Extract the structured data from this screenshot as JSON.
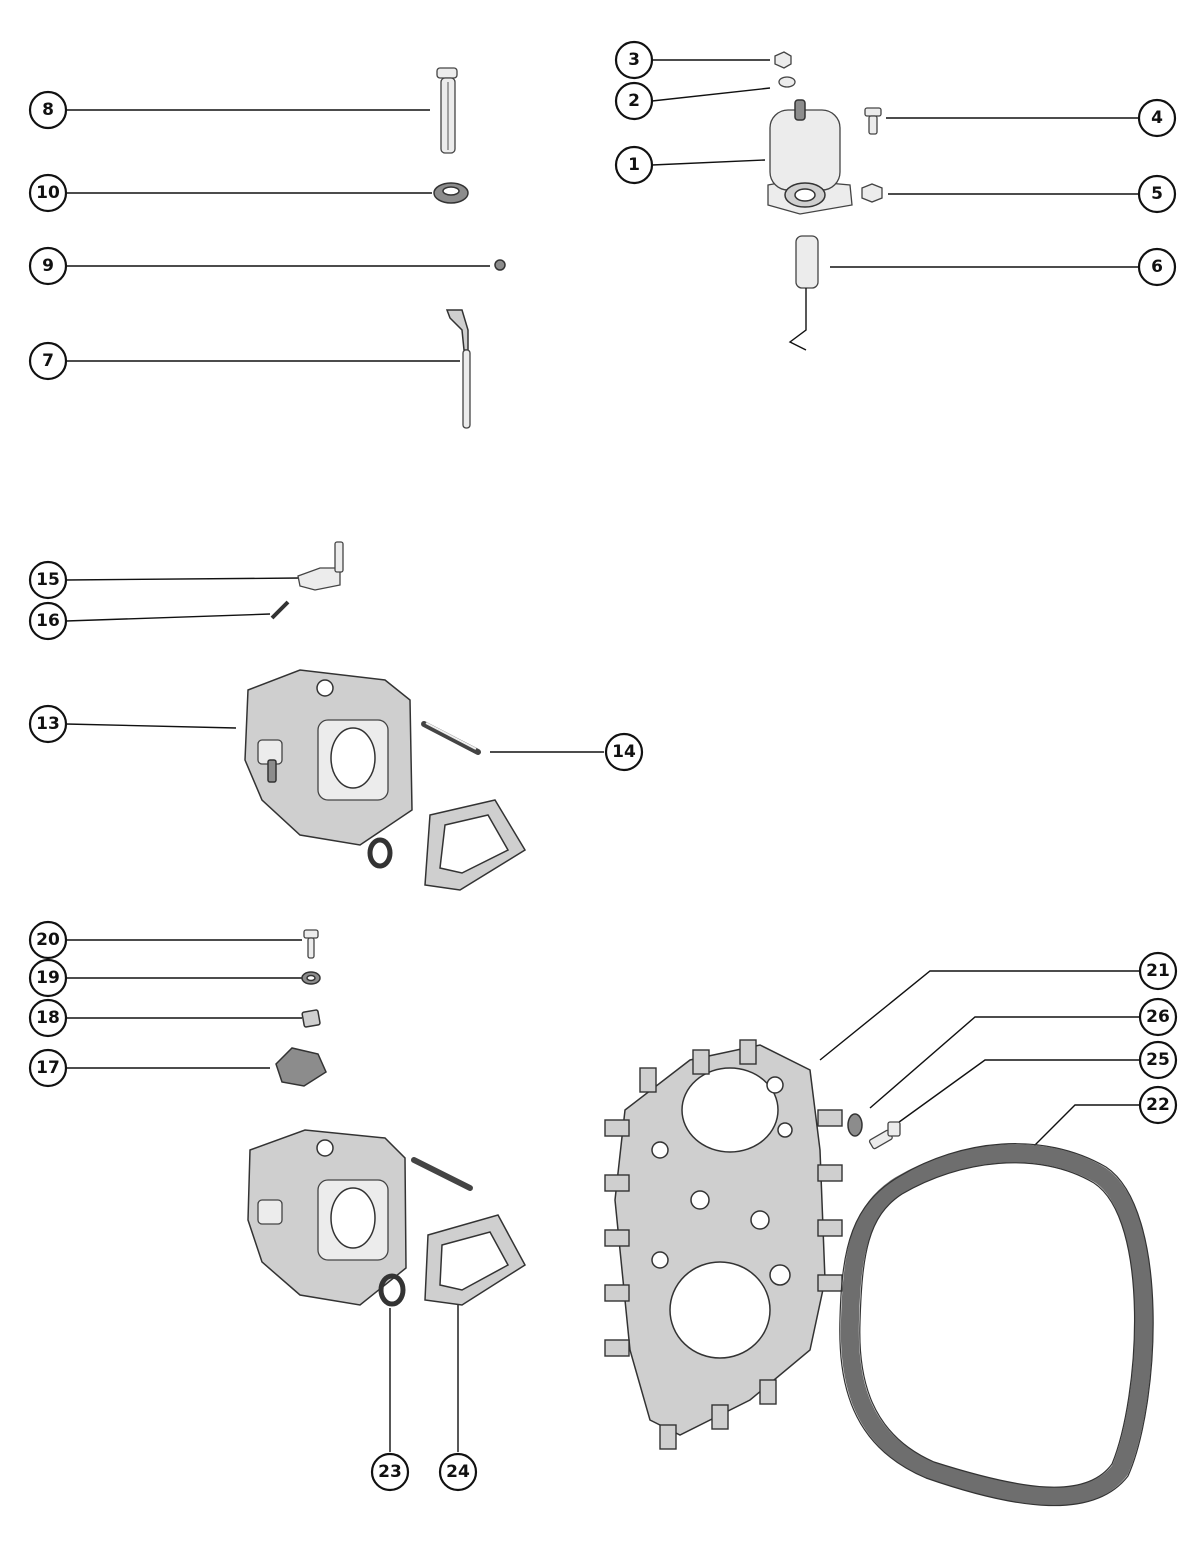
{
  "callouts": [
    {
      "id": "8",
      "label": "8"
    },
    {
      "id": "10",
      "label": "10"
    },
    {
      "id": "9",
      "label": "9"
    },
    {
      "id": "7",
      "label": "7"
    },
    {
      "id": "3",
      "label": "3"
    },
    {
      "id": "2",
      "label": "2"
    },
    {
      "id": "1",
      "label": "1"
    },
    {
      "id": "4",
      "label": "4"
    },
    {
      "id": "5",
      "label": "5"
    },
    {
      "id": "6",
      "label": "6"
    },
    {
      "id": "15",
      "label": "15"
    },
    {
      "id": "16",
      "label": "16"
    },
    {
      "id": "13",
      "label": "13"
    },
    {
      "id": "14",
      "label": "14"
    },
    {
      "id": "20",
      "label": "20"
    },
    {
      "id": "19",
      "label": "19"
    },
    {
      "id": "18",
      "label": "18"
    },
    {
      "id": "17",
      "label": "17"
    },
    {
      "id": "21",
      "label": "21"
    },
    {
      "id": "26",
      "label": "26"
    },
    {
      "id": "25",
      "label": "25"
    },
    {
      "id": "22",
      "label": "22"
    },
    {
      "id": "23",
      "label": "23"
    },
    {
      "id": "24",
      "label": "24"
    }
  ]
}
